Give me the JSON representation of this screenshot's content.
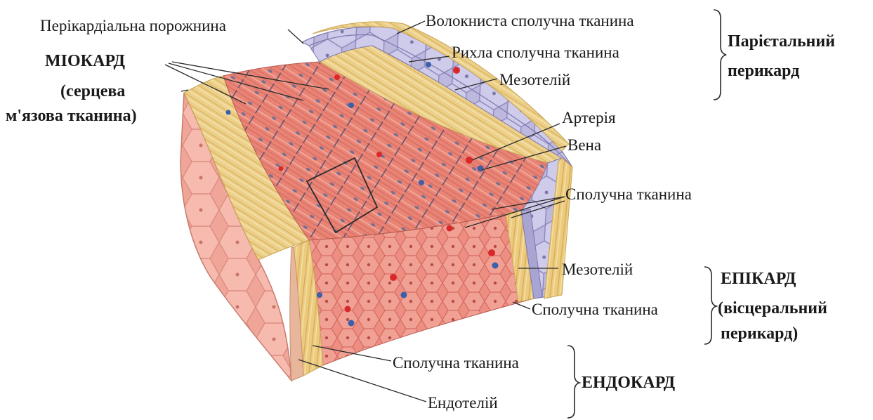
{
  "labels": {
    "pericardial_cavity": "Перікардіальна порожнина",
    "fibrous_tissue": "Волокниста сполучна тканина",
    "loose_tissue": "Рихла сполучна тканина",
    "mesothelium_top": "Мезотелій",
    "artery": "Артерія",
    "vein": "Вена",
    "connective_mid": "Сполучна тканина",
    "mesothelium_bottom": "Мезотелій",
    "connective_epi": "Сполучна тканина",
    "connective_endo": "Сполучна тканина",
    "endothelium": "Ендотелій"
  },
  "groups": {
    "myocard": [
      "МІОКАРД",
      "(серцева",
      "м'язова тканина)"
    ],
    "parietal": [
      "Парієтальний",
      "перикард"
    ],
    "epicard": [
      "ЕПІКАРД",
      "(вісцеральний",
      "перикард)"
    ],
    "endocard": "ЕНДОКАРД"
  },
  "colors": {
    "muscle": "#e88a7e",
    "muscle_light": "#f2a99c",
    "connective": "#eccb7e",
    "mesothelium": "#b9b6dc",
    "artery": "#d9282a",
    "vein": "#3b5fa8",
    "line": "#2a2a2a"
  }
}
